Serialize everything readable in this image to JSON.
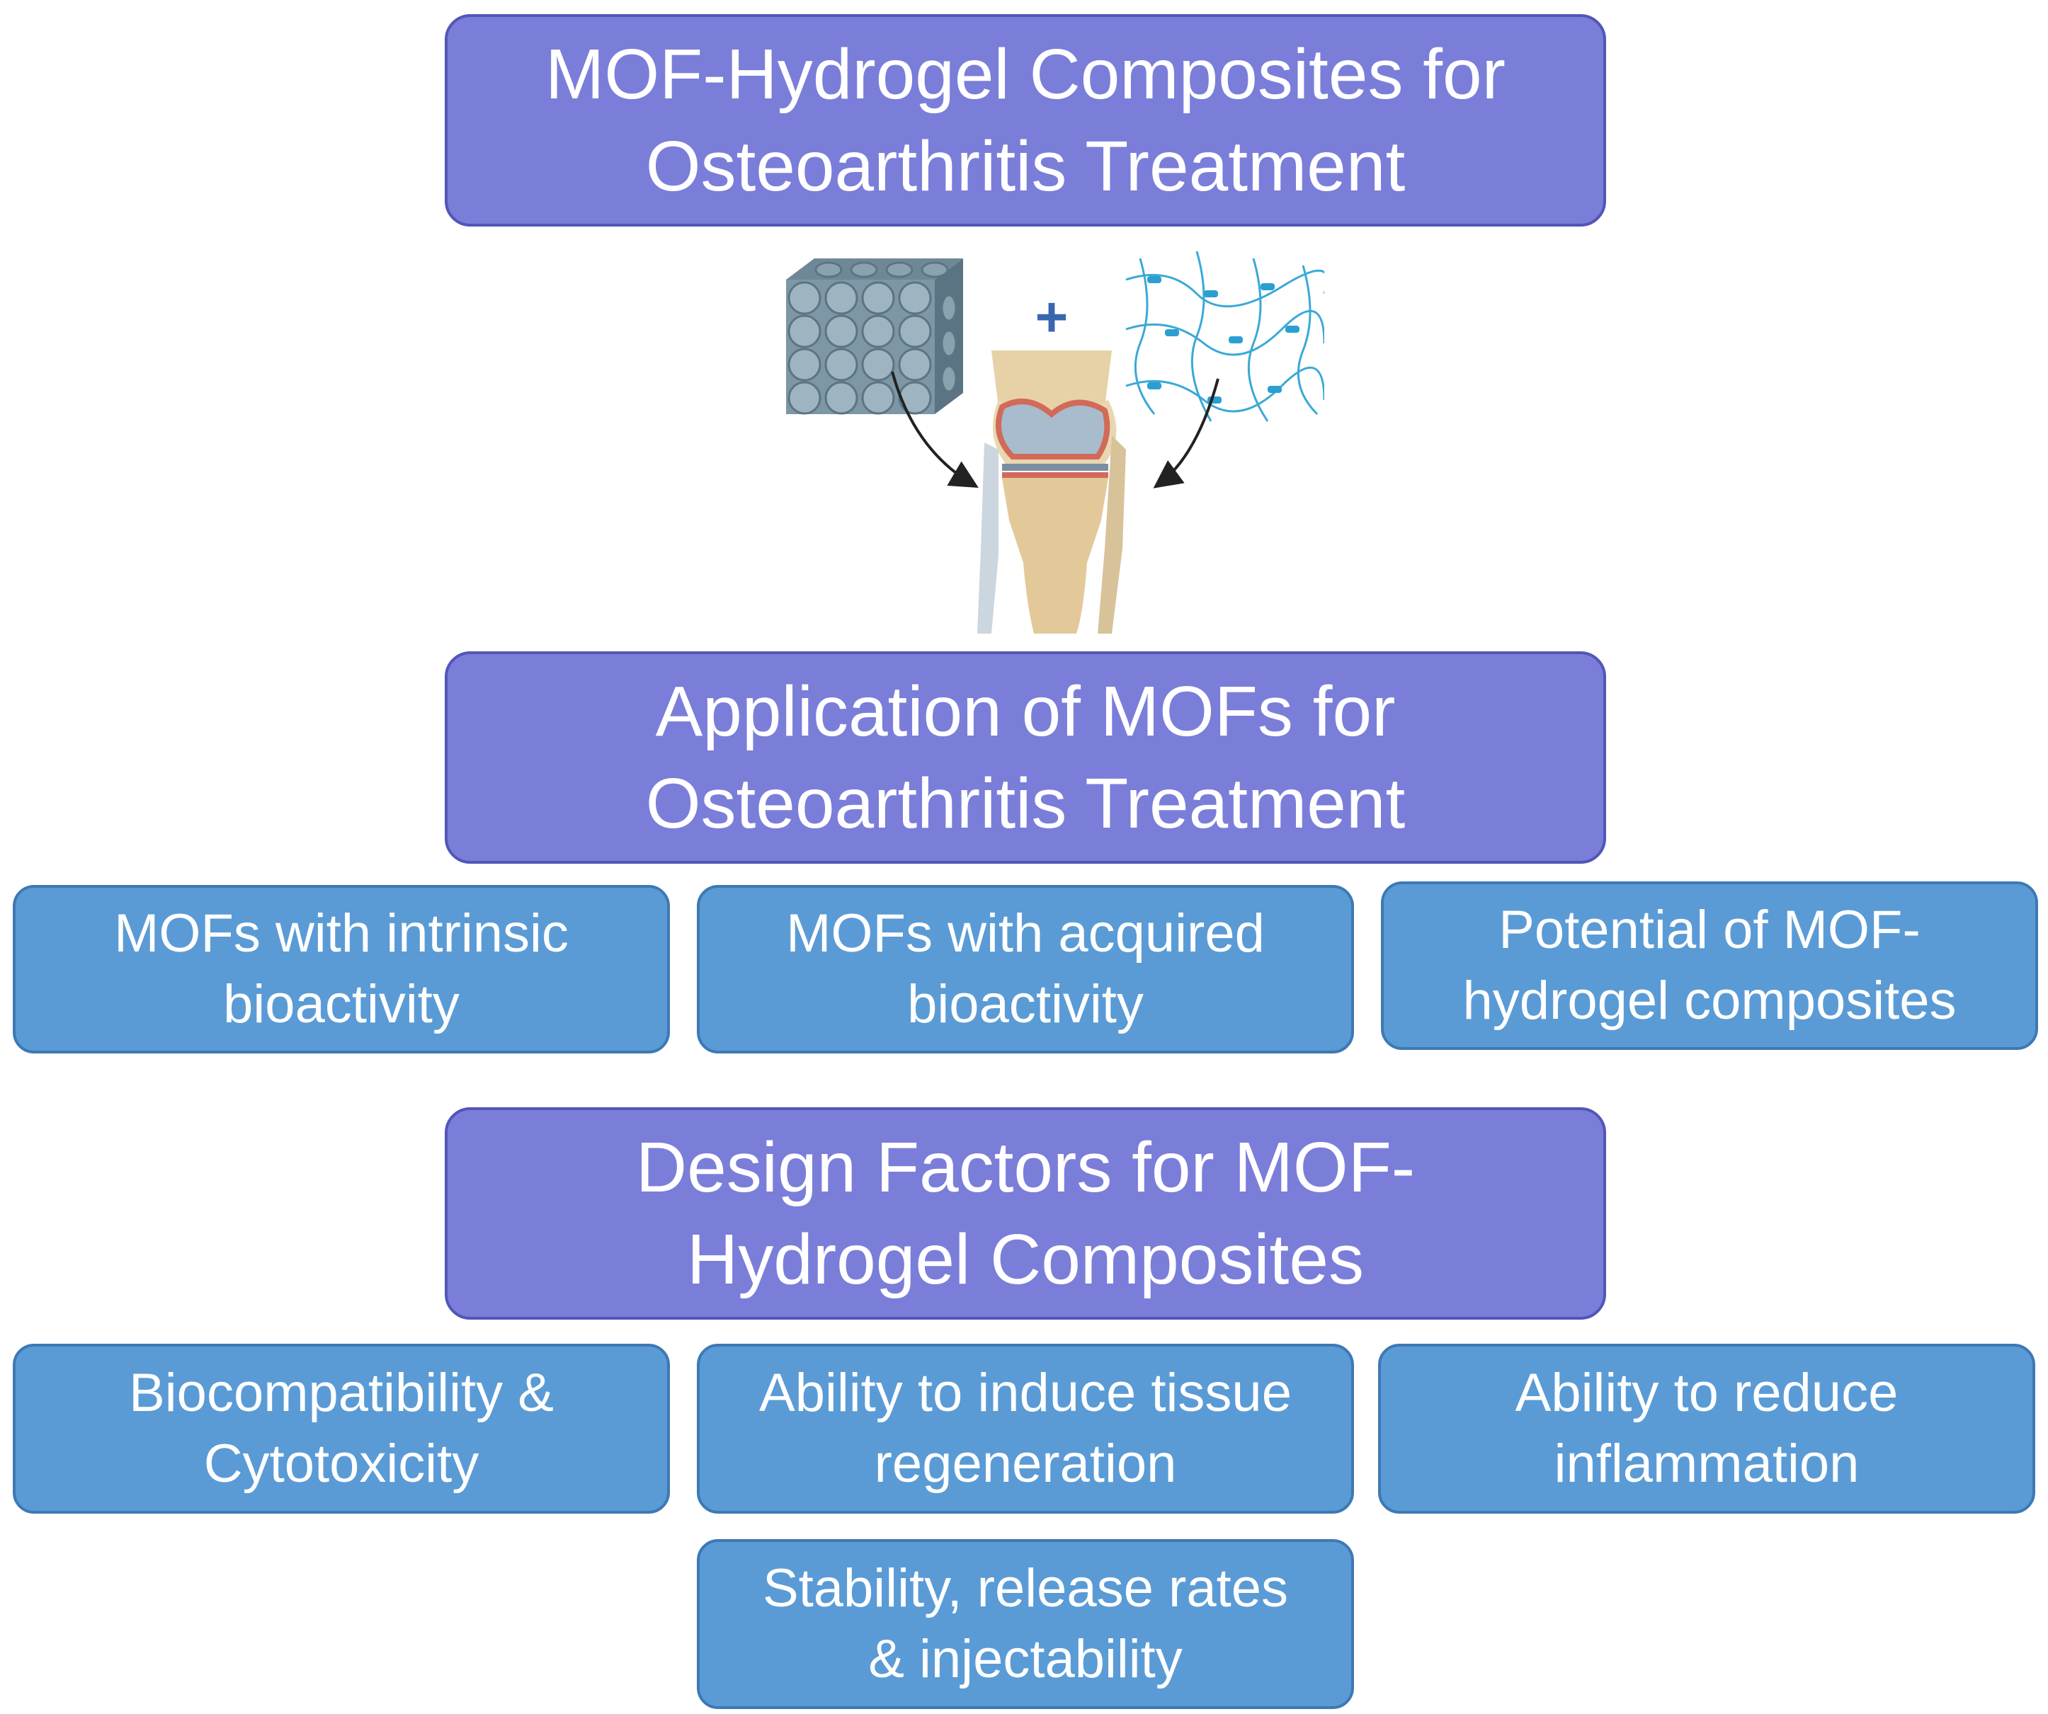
{
  "header": {
    "title": "MOF-Hydrogel Composites for\nOsteoarthritis Treatment"
  },
  "illustration": {
    "left_icon": "mof-crystal-cube-icon",
    "center_symbol": "+",
    "center_icon": "knee-joint-icon",
    "right_icon": "hydrogel-network-icon"
  },
  "application": {
    "title": "Application of MOFs for\nOsteoarthritis Treatment",
    "items": [
      "MOFs with intrinsic\nbioactivity",
      "MOFs with acquired\nbioactivity",
      "Potential of MOF-\nhydrogel composites"
    ]
  },
  "design": {
    "title": "Design Factors for MOF-\nHydrogel Composites",
    "items": [
      "Biocompatibility &\nCytotoxicity",
      "Ability to induce tissue\nregeneration",
      "Ability to reduce\ninflammation",
      "Stability, release rates\n& injectability"
    ]
  },
  "colors": {
    "purple_box": "#7a7ed9",
    "blue_box": "#5a9bd6",
    "text": "#ffffff"
  }
}
